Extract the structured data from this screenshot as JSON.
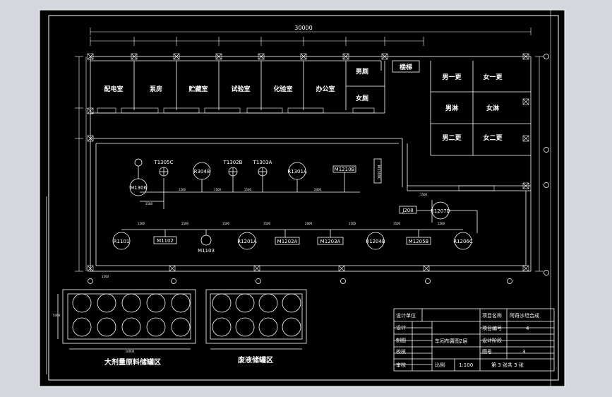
{
  "drawing": {
    "overall_dim": "30000",
    "rooms_top": [
      "配电室",
      "泵房",
      "贮藏室",
      "试验室",
      "化验室",
      "办公室"
    ],
    "toilet_men": "男厕",
    "toilet_women": "女厕",
    "stairs": "楼梯",
    "changing_m1": "男一更",
    "changing_f1": "女一更",
    "bath_m": "男淋",
    "bath_f": "女淋",
    "changing_m2": "男二更",
    "changing_f2": "女二更",
    "upper_equipment": [
      "M1306",
      "T1305C",
      "R3048",
      "T1302B",
      "T1303A",
      "R1301A",
      "M1210B",
      "M1309C"
    ],
    "lower_equipment": [
      "R1101",
      "M1102",
      "M1103",
      "R1201A",
      "M1202A",
      "M1203A",
      "R1204B",
      "M1205B",
      "R1206C"
    ],
    "mid_equipment": [
      "J208",
      "R1207D"
    ],
    "small_dims": [
      "1500",
      "1500",
      "2000",
      "1500",
      "1500",
      "1500",
      "1500",
      "2000",
      "1500",
      "1500",
      "1500",
      "1500",
      "1500",
      "1500",
      "1500"
    ],
    "tank_area_1": "大剂量原料储罐区",
    "tank_area_2": "废液储罐区",
    "tank_dim_1": "10000",
    "tank_dim_side": "5000"
  },
  "title_block": {
    "design_unit_label": "设计单位",
    "project_name_label": "项目名称",
    "project_name_value": "阿奇沙坦合成",
    "design_label": "设计",
    "project_no_label": "项目编号",
    "project_no_value": "4",
    "draw_label": "制图",
    "drawing_title": "车间布置图2层",
    "stage_label": "设计阶段",
    "check_label": "校核",
    "drawing_no_label": "图号",
    "drawing_no_value": "3",
    "review_label": "审核",
    "scale_label": "比例",
    "scale_value": "1:100",
    "sheet_info": "第 3 张共 3 张"
  }
}
